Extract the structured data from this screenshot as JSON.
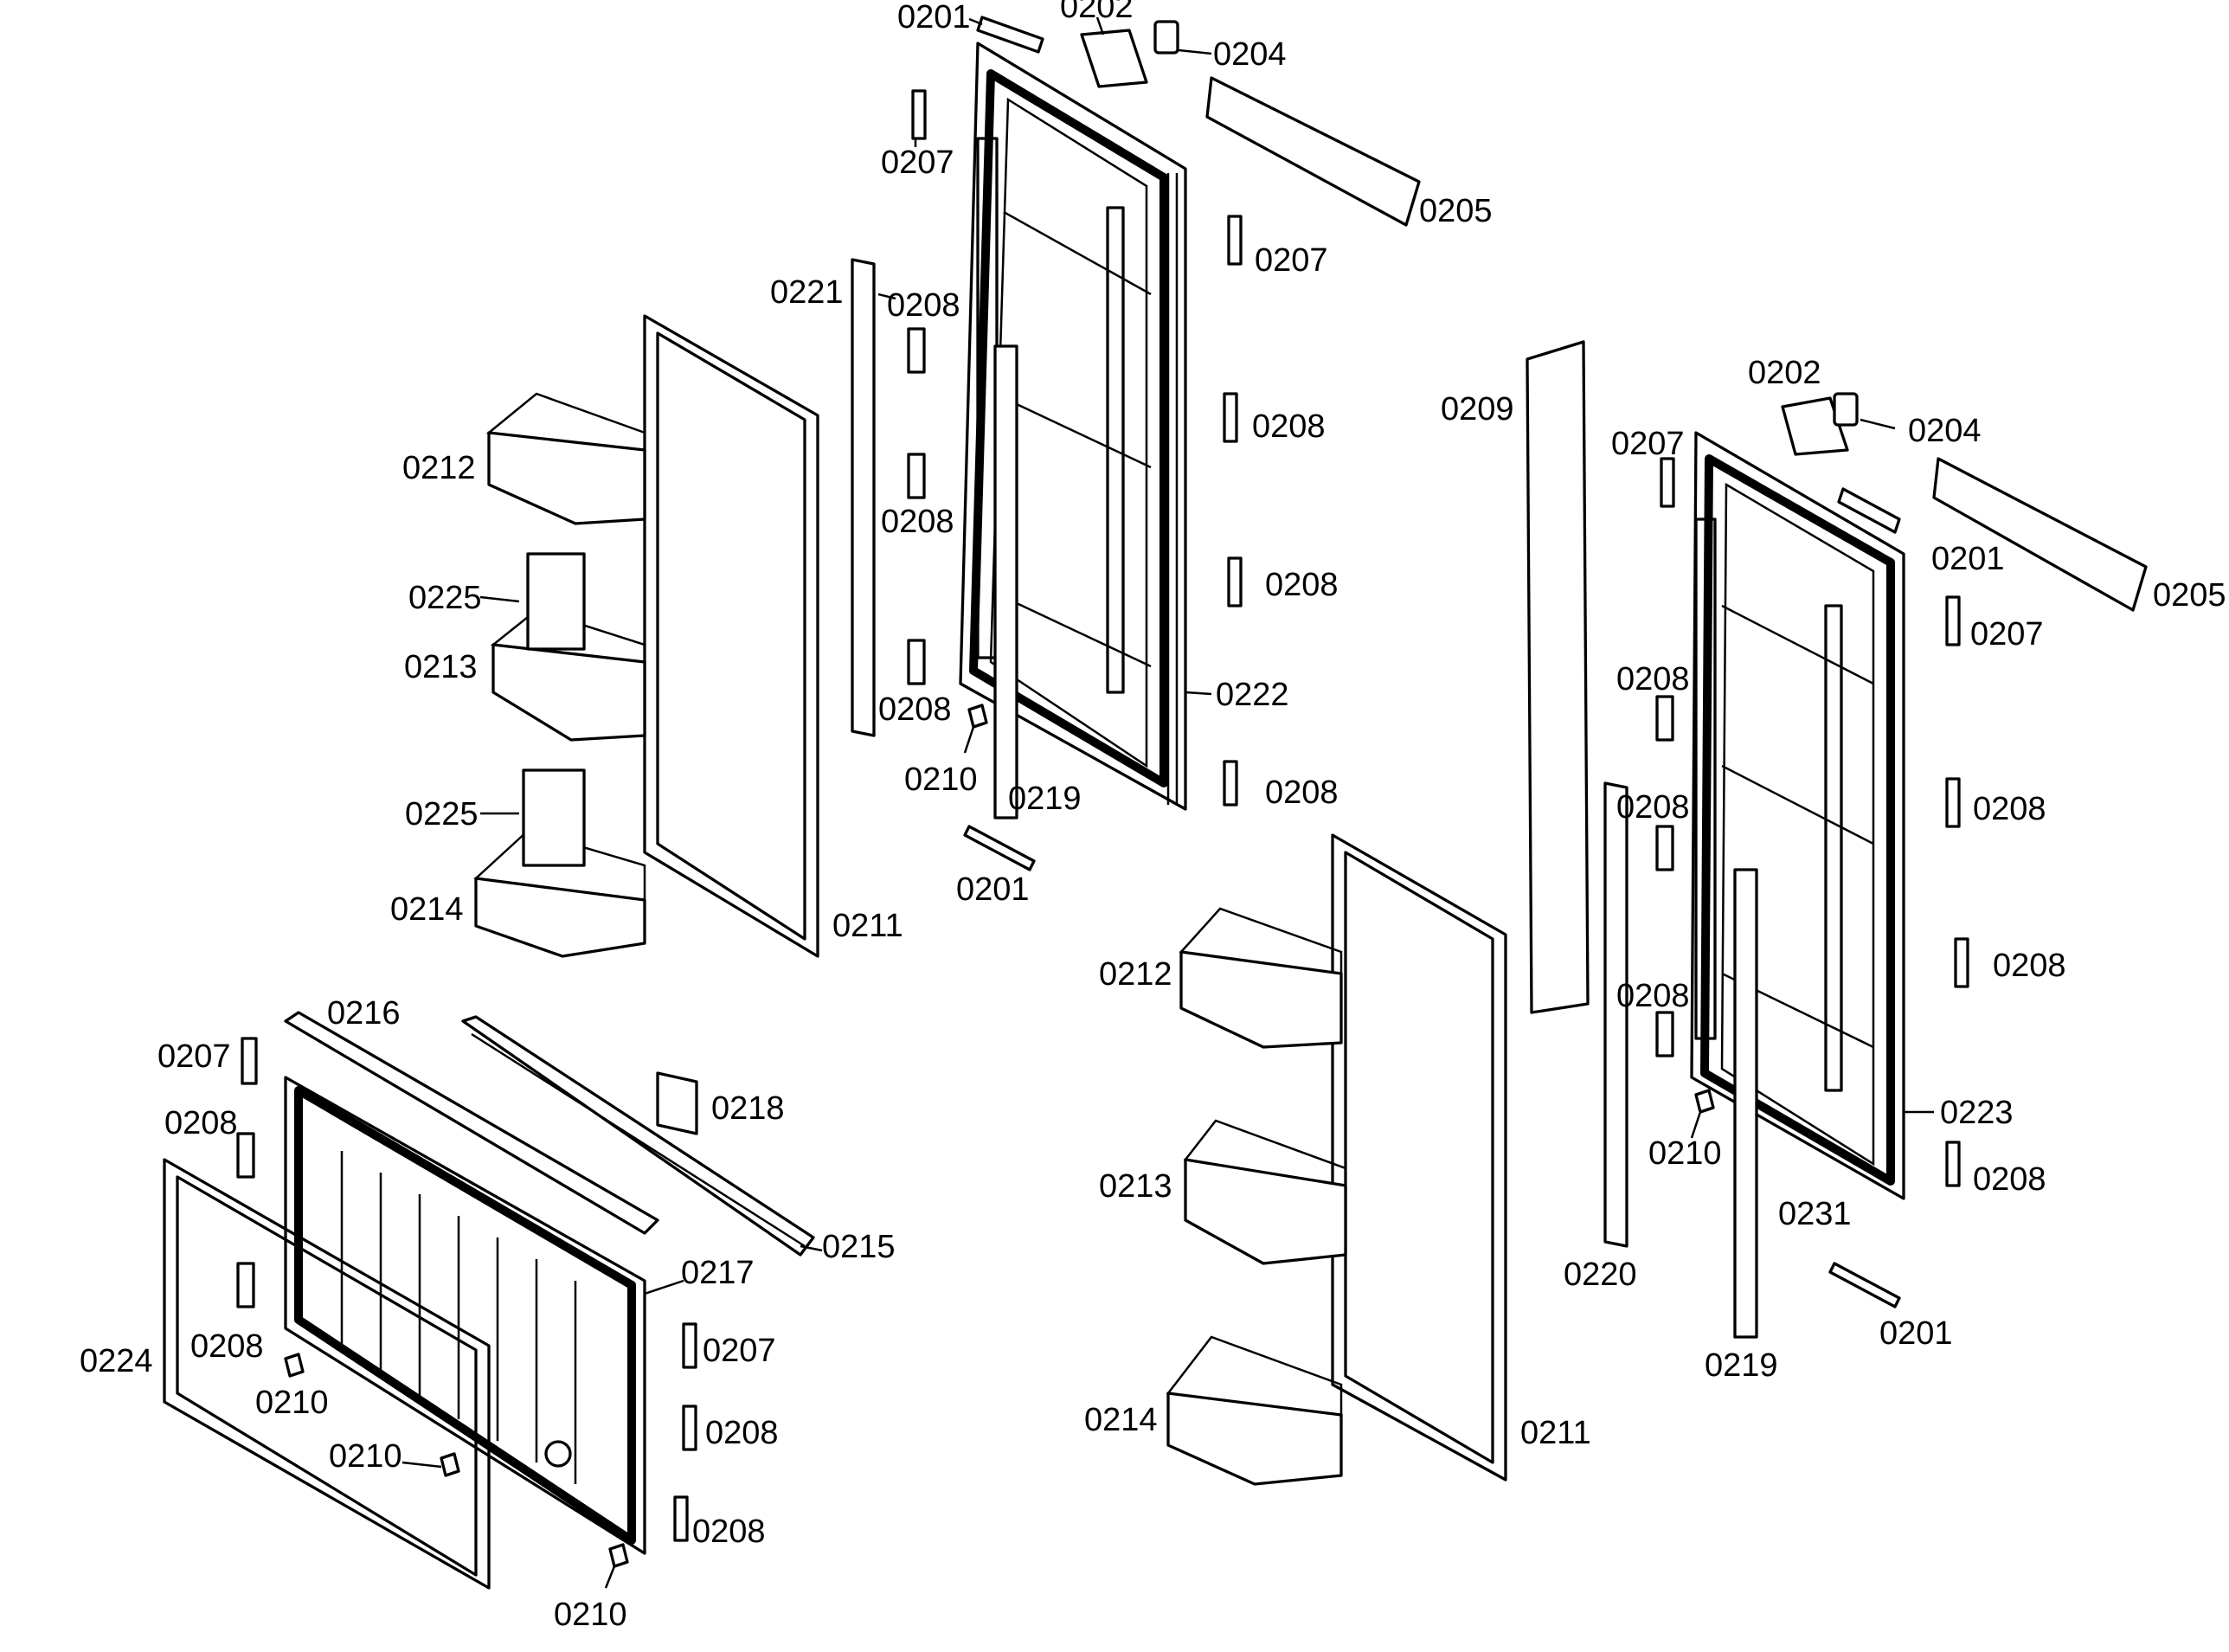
{
  "callouts": {
    "c01": "0201",
    "c02": "0202",
    "c03": "0204",
    "c04": "0207",
    "c05": "0205",
    "c06": "0207",
    "c07": "0221",
    "c08": "0208",
    "c09": "0208",
    "c10": "0208",
    "c11": "0208",
    "c12": "0208",
    "c13": "0208",
    "c14": "0222",
    "c15": "0210",
    "c16": "0219",
    "c17": "0201",
    "c18": "0211",
    "c19": "0212",
    "c20": "0225",
    "c21": "0213",
    "c22": "0225",
    "c23": "0214",
    "c24": "0208",
    "d01": "0209",
    "d02": "0202",
    "d03": "0204",
    "d04": "0207",
    "d05": "0201",
    "d06": "0205",
    "d07": "0207",
    "d08": "0208",
    "d09": "0208",
    "d10": "0208",
    "d11": "0208",
    "d12": "0208",
    "d13": "0223",
    "d14": "0210",
    "d15": "0231",
    "d16": "0208",
    "d17": "0220",
    "d18": "0219",
    "d19": "0201",
    "d20": "0212",
    "d21": "0213",
    "d22": "0214",
    "d23": "0211",
    "e01": "0216",
    "e02": "0207",
    "e03": "0208",
    "e04": "0218",
    "e05": "0215",
    "e06": "0217",
    "e07": "0207",
    "e08": "0208",
    "e09": "0224",
    "e10": "0210",
    "e11": "0210",
    "e12": "0208",
    "e13": "0208",
    "e14": "0210"
  }
}
